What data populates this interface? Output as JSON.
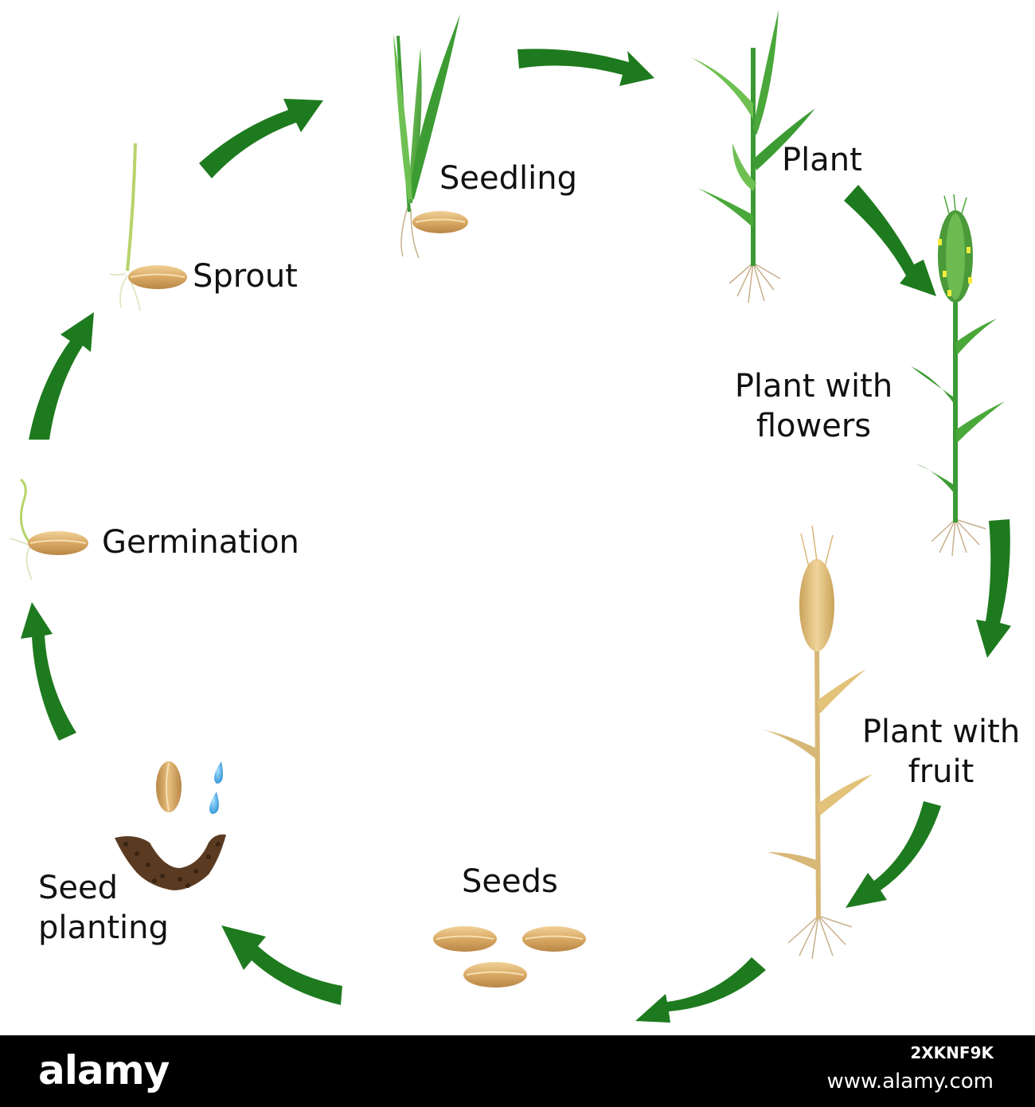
{
  "stages": {
    "seedling": "Seedling",
    "plant": "Plant",
    "plant_with_flowers": "Plant with\nflowers",
    "plant_with_fruit": "Plant with\nfruit",
    "seeds": "Seeds",
    "seed_planting": "Seed\nplanting",
    "germination": "Germination",
    "sprout": "Sprout"
  },
  "colors": {
    "arrow": "#1e7a1e",
    "arrow_light": "#2f9a2f",
    "leaf": "#4aa83a",
    "leaf_light": "#8fd46a",
    "seed": "#d9a964",
    "seed_dark": "#b88646",
    "ripe": "#e3c27a",
    "soil": "#5a3b22",
    "water": "#3aa6e8",
    "root": "#c8b08c",
    "flower": "#f4ec3a",
    "footer_bg": "#000000",
    "footer_text": "#ffffff"
  },
  "footer": {
    "brand": "alamy",
    "image_id": "2XKNF9K",
    "site": "www.alamy.com"
  }
}
